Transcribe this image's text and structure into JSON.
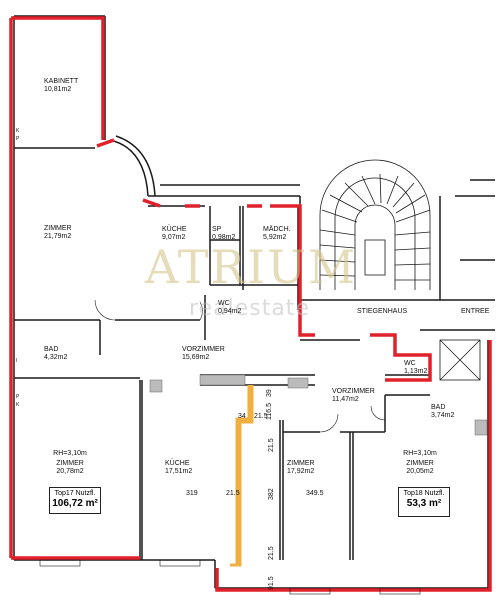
{
  "rooms": [
    {
      "id": "kabinett",
      "name": "KABINETT",
      "area": "10,81m2"
    },
    {
      "id": "zimmer-a",
      "name": "ZIMMER",
      "area": "21,79m2"
    },
    {
      "id": "kueche-a",
      "name": "KÜCHE",
      "area": "9,07m2"
    },
    {
      "id": "sp",
      "name": "SP",
      "area": "0,98m2"
    },
    {
      "id": "maedch",
      "name": "MÄDCH.",
      "area": "5,92m2"
    },
    {
      "id": "wc-a",
      "name": "WC",
      "area": "0,94m2"
    },
    {
      "id": "bad-a",
      "name": "BAD",
      "area": "4,32m2"
    },
    {
      "id": "vorzimmer-a",
      "name": "VORZIMMER",
      "area": "15,69m2"
    },
    {
      "id": "vorzimmer-b",
      "name": "VORZIMMER",
      "area": "11,47m2"
    },
    {
      "id": "wc-b",
      "name": "WC",
      "area": "1,13m2"
    },
    {
      "id": "bad-b",
      "name": "BAD",
      "area": "3,74m2"
    },
    {
      "id": "zimmer-b",
      "name": "ZIMMER",
      "area": "20,78m2"
    },
    {
      "id": "kueche-b",
      "name": "KÜCHE",
      "area": "17,51m2"
    },
    {
      "id": "zimmer-c",
      "name": "ZIMMER",
      "area": "17,92m2"
    },
    {
      "id": "zimmer-d",
      "name": "ZIMMER",
      "area": "20,05m2"
    }
  ],
  "labels": {
    "stiegenhaus": "STIEGENHAUS",
    "entree": "ENTREE"
  },
  "ceiling_heights": {
    "left": "RH=3,10m",
    "right": "RH=3,10m"
  },
  "units": [
    {
      "id": "top17",
      "title": "Top17  Nutzfl.",
      "value": "106,72 m²"
    },
    {
      "id": "top18",
      "title": "Top18  Nutzfl.",
      "value": "53,3 m²"
    }
  ],
  "dimensions": {
    "d319": "319",
    "d21_5a": "21.5",
    "d349_5": "349.5",
    "d382": "382",
    "d21_5b": "21.5",
    "d91_5": "91.5",
    "d34": "34",
    "d21_5c": "21.5",
    "d116_5": "116.5",
    "d39": "39",
    "d21_5d": "21.5"
  },
  "marks": {
    "k": "K",
    "p": "P",
    "i": "I"
  },
  "logo": {
    "name": "ATRIUM",
    "tagline": "realestate"
  },
  "colors": {
    "unit_outline": "#e0202a",
    "shaft": "#f0b040",
    "walls": "#1a1a1a"
  }
}
